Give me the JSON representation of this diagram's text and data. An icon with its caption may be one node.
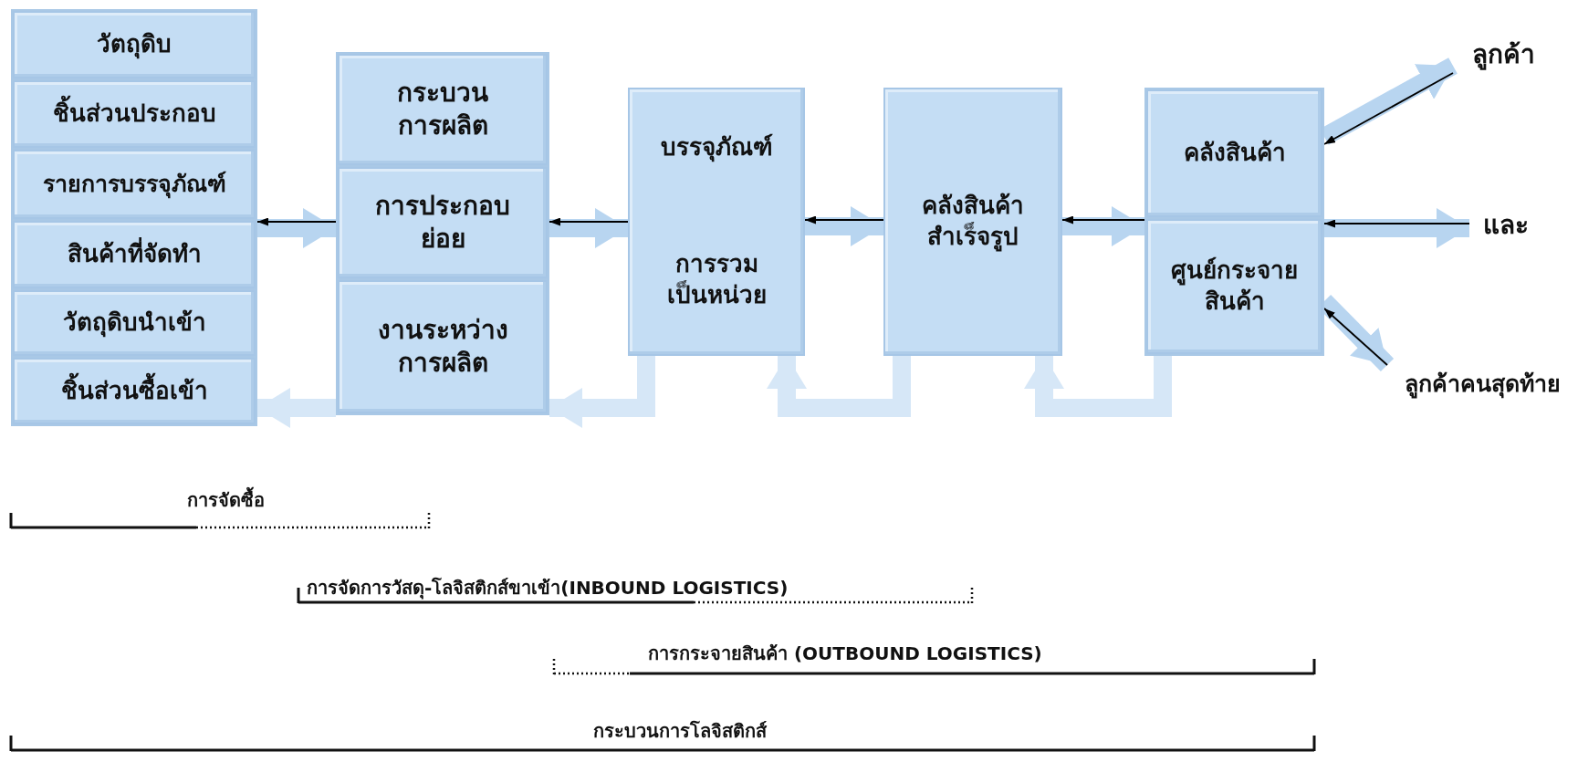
{
  "diagram": {
    "nodes": [
      {
        "text": [],
        "shape": "box"
      },
      {
        "text": [
          "วัตถุดิบ"
        ],
        "in": 0
      },
      {
        "text": [
          "ชิ้นส่วนประกอบ"
        ],
        "in": 0
      },
      {
        "text": [
          "รายการบรรจุภัณฑ์"
        ],
        "in": 0
      },
      {
        "text": [
          "สินค้าที่จัดทำ"
        ],
        "in": 0
      },
      {
        "text": [
          "วัตถุดิบนำเข้า"
        ],
        "in": 0
      },
      {
        "text": [
          "ชิ้นส่วนซื้อเข้า"
        ],
        "in": 0
      },
      {
        "text": [],
        "shape": "box"
      },
      {
        "text": [
          "กระบวน การผลิต"
        ],
        "in": 7
      },
      {
        "text": [
          "การประกอบ ย่อย"
        ],
        "in": 7
      },
      {
        "text": [
          "งานระหว่าง การผลิต"
        ],
        "in": 7
      },
      {
        "text": [
          "บรรจุภัณฑ์",
          "การรวม เป็นหน่วย"
        ]
      },
      {
        "text": [
          "คลังสินค้า สำเร็จรูป"
        ]
      },
      {
        "text": [],
        "shape": "box"
      },
      {
        "text": [
          "คลังสินค้า"
        ],
        "in": 13
      },
      {
        "text": [
          "ศูนย์กระจาย สินค้า"
        ],
        "in": 13
      },
      {
        "text": [
          "ลูกค้า"
        ]
      },
      {
        "text": [
          "และ"
        ]
      },
      {
        "text": [
          "ลูกค้าคนสุดท้าย"
        ]
      }
    ],
    "edges": [
      {
        "from": 0,
        "to": 7,
        "arrow": "to"
      },
      {
        "from": 7,
        "to": 0,
        "arrow": "to",
        "color": "#000000"
      },
      {
        "from": 7,
        "to": 11,
        "arrow": "to"
      },
      {
        "from": 11,
        "to": 7,
        "arrow": "to",
        "color": "#000000"
      },
      {
        "from": 11,
        "to": 12,
        "arrow": "to"
      },
      {
        "from": 12,
        "to": 11,
        "arrow": "to",
        "color": "#000000"
      },
      {
        "from": 12,
        "to": 13,
        "arrow": "to"
      },
      {
        "from": 13,
        "to": 12,
        "arrow": "to",
        "color": "#000000"
      },
      {
        "from": 13,
        "to": 16,
        "arrow": "to"
      },
      {
        "from": 16,
        "to": 13,
        "arrow": "to",
        "color": "#000000"
      },
      {
        "from": 13,
        "to": 17,
        "arrow": "to"
      },
      {
        "from": 17,
        "to": 13,
        "arrow": "to",
        "color": "#000000"
      },
      {
        "from": 13,
        "to": 18,
        "arrow": "to"
      },
      {
        "from": 18,
        "to": 13,
        "arrow": "to",
        "color": "#000000"
      },
      {
        "from": 7,
        "to": 0,
        "arrow": "to",
        "color": "#d6e7f7"
      },
      {
        "from": 11,
        "to": 7,
        "arrow": "to",
        "color": "#d6e7f7"
      },
      {
        "from": 12,
        "to": 11,
        "arrow": "to",
        "color": "#d6e7f7"
      },
      {
        "from": 13,
        "to": 12,
        "arrow": "to",
        "color": "#d6e7f7"
      }
    ],
    "labels": [
      "การจัดซื้อ",
      "การจัดการวัสดุ-โลจิสติกส์ขาเข้า(INBOUND LOGISTICS)",
      "การกระจายสินค้า (OUTBOUND LOGISTICS)",
      "กระบวนการโลจิสติกส์"
    ]
  }
}
